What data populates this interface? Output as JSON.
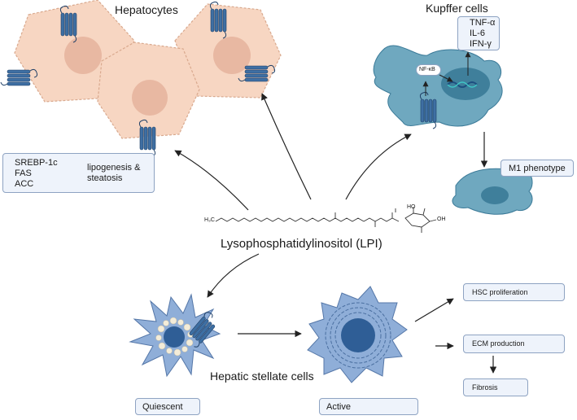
{
  "labels": {
    "hepatocytes": "Hepatocytes",
    "kupffer": "Kupffer cells",
    "lpi": "Lysophosphatidylinositol (LPI)",
    "hsc": "Hepatic stellate cells"
  },
  "hepatocyte_box": {
    "genes": [
      "SREBP-1c",
      "FAS",
      "ACC"
    ],
    "effect_line1": "lipogenesis &",
    "effect_line2": "steatosis"
  },
  "kupffer_box": {
    "cytokines": [
      "TNF-α",
      "IL-6",
      "IFN-γ"
    ],
    "nfkb": "NF-κB",
    "m1": "M1 phenotype"
  },
  "hsc_boxes": {
    "quiescent": "Quiescent",
    "active": "Active",
    "proliferation": "HSC proliferation",
    "ecm": "ECM production",
    "fibrosis": "Fibrosis"
  },
  "molecule": {
    "h3c": "H₃C",
    "ho": "HO",
    "oh": "OH"
  },
  "colors": {
    "hepatocyte_fill": "#f7d6c2",
    "hepatocyte_nucleus": "#e8b8a2",
    "kupffer_fill": "#6fa8bf",
    "kupffer_nucleus": "#3f7f9b",
    "stellate_fill": "#8faed8",
    "stellate_nucleus": "#2f5e96",
    "receptor": "#3e6fa3",
    "box_fill": "#eef3fb",
    "box_border": "#8ea3c2"
  }
}
